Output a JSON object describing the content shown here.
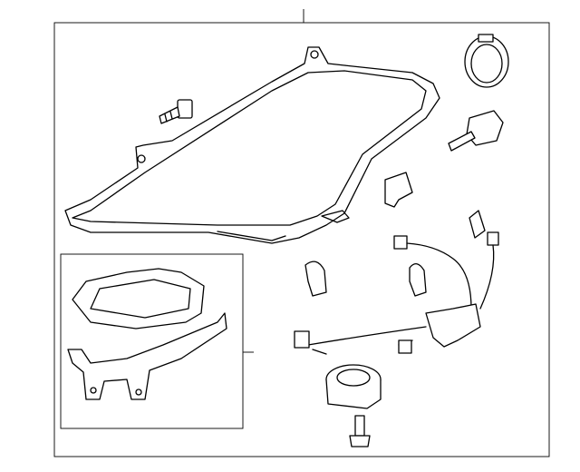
{
  "diagram": {
    "colors": {
      "line": "#000000",
      "background": "#ffffff"
    },
    "parts": [
      {
        "name": "headlamp-assembly"
      },
      {
        "name": "bracket-kit"
      },
      {
        "name": "bolt"
      },
      {
        "name": "socket-cover"
      },
      {
        "name": "bulb"
      },
      {
        "name": "clip"
      },
      {
        "name": "wiring-harness"
      },
      {
        "name": "ballast"
      },
      {
        "name": "screw"
      }
    ]
  }
}
